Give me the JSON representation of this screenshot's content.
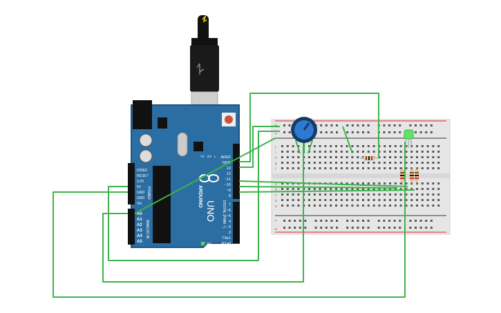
{
  "arduino": {
    "model": "UNO",
    "brand": "ARDUINO",
    "power_header_label": "POWER",
    "analog_header_label": "ANALOG IN",
    "digital_header_label": "DIGITAL (PWM ~)",
    "power_pins": [
      "IOREF",
      "RESET",
      "3.3V",
      "5V",
      "GND",
      "GND",
      "Vin"
    ],
    "analog_pins": [
      "A0",
      "A1",
      "A2",
      "A3",
      "A4",
      "A5"
    ],
    "digital_pins_top": [
      "AREF",
      "GND",
      "13",
      "12",
      "~11",
      "~10",
      "~9",
      "8"
    ],
    "digital_pins_bottom": [
      "7",
      "~6",
      "~5",
      "4",
      "~3",
      "2",
      "TX▸1",
      "RX◂0"
    ],
    "tx_label": "TX",
    "rx_label": "RX",
    "l_label": "L",
    "on_label": "ON"
  },
  "breadboard": {
    "rail_plus": "+",
    "rail_minus": "−",
    "row_letters_top": [
      "j",
      "i",
      "h",
      "g",
      "f"
    ],
    "row_letters_bottom": [
      "e",
      "d",
      "c",
      "b",
      "a"
    ]
  },
  "colors": {
    "board": "#2b6ea3",
    "board_dark": "#1f5582",
    "wire": "#3cb34a",
    "breadboard": "#e6e6e6",
    "rail_red": "#d22",
    "rail_black": "#333",
    "pot_body": "#1f64a8",
    "led": "#5fe36a"
  },
  "icons": {
    "usb": "usb-cable-icon",
    "pot": "potentiometer-icon",
    "led": "led-icon",
    "resistor": "resistor-icon",
    "infinity_logo": "arduino-infinity-logo-icon"
  }
}
